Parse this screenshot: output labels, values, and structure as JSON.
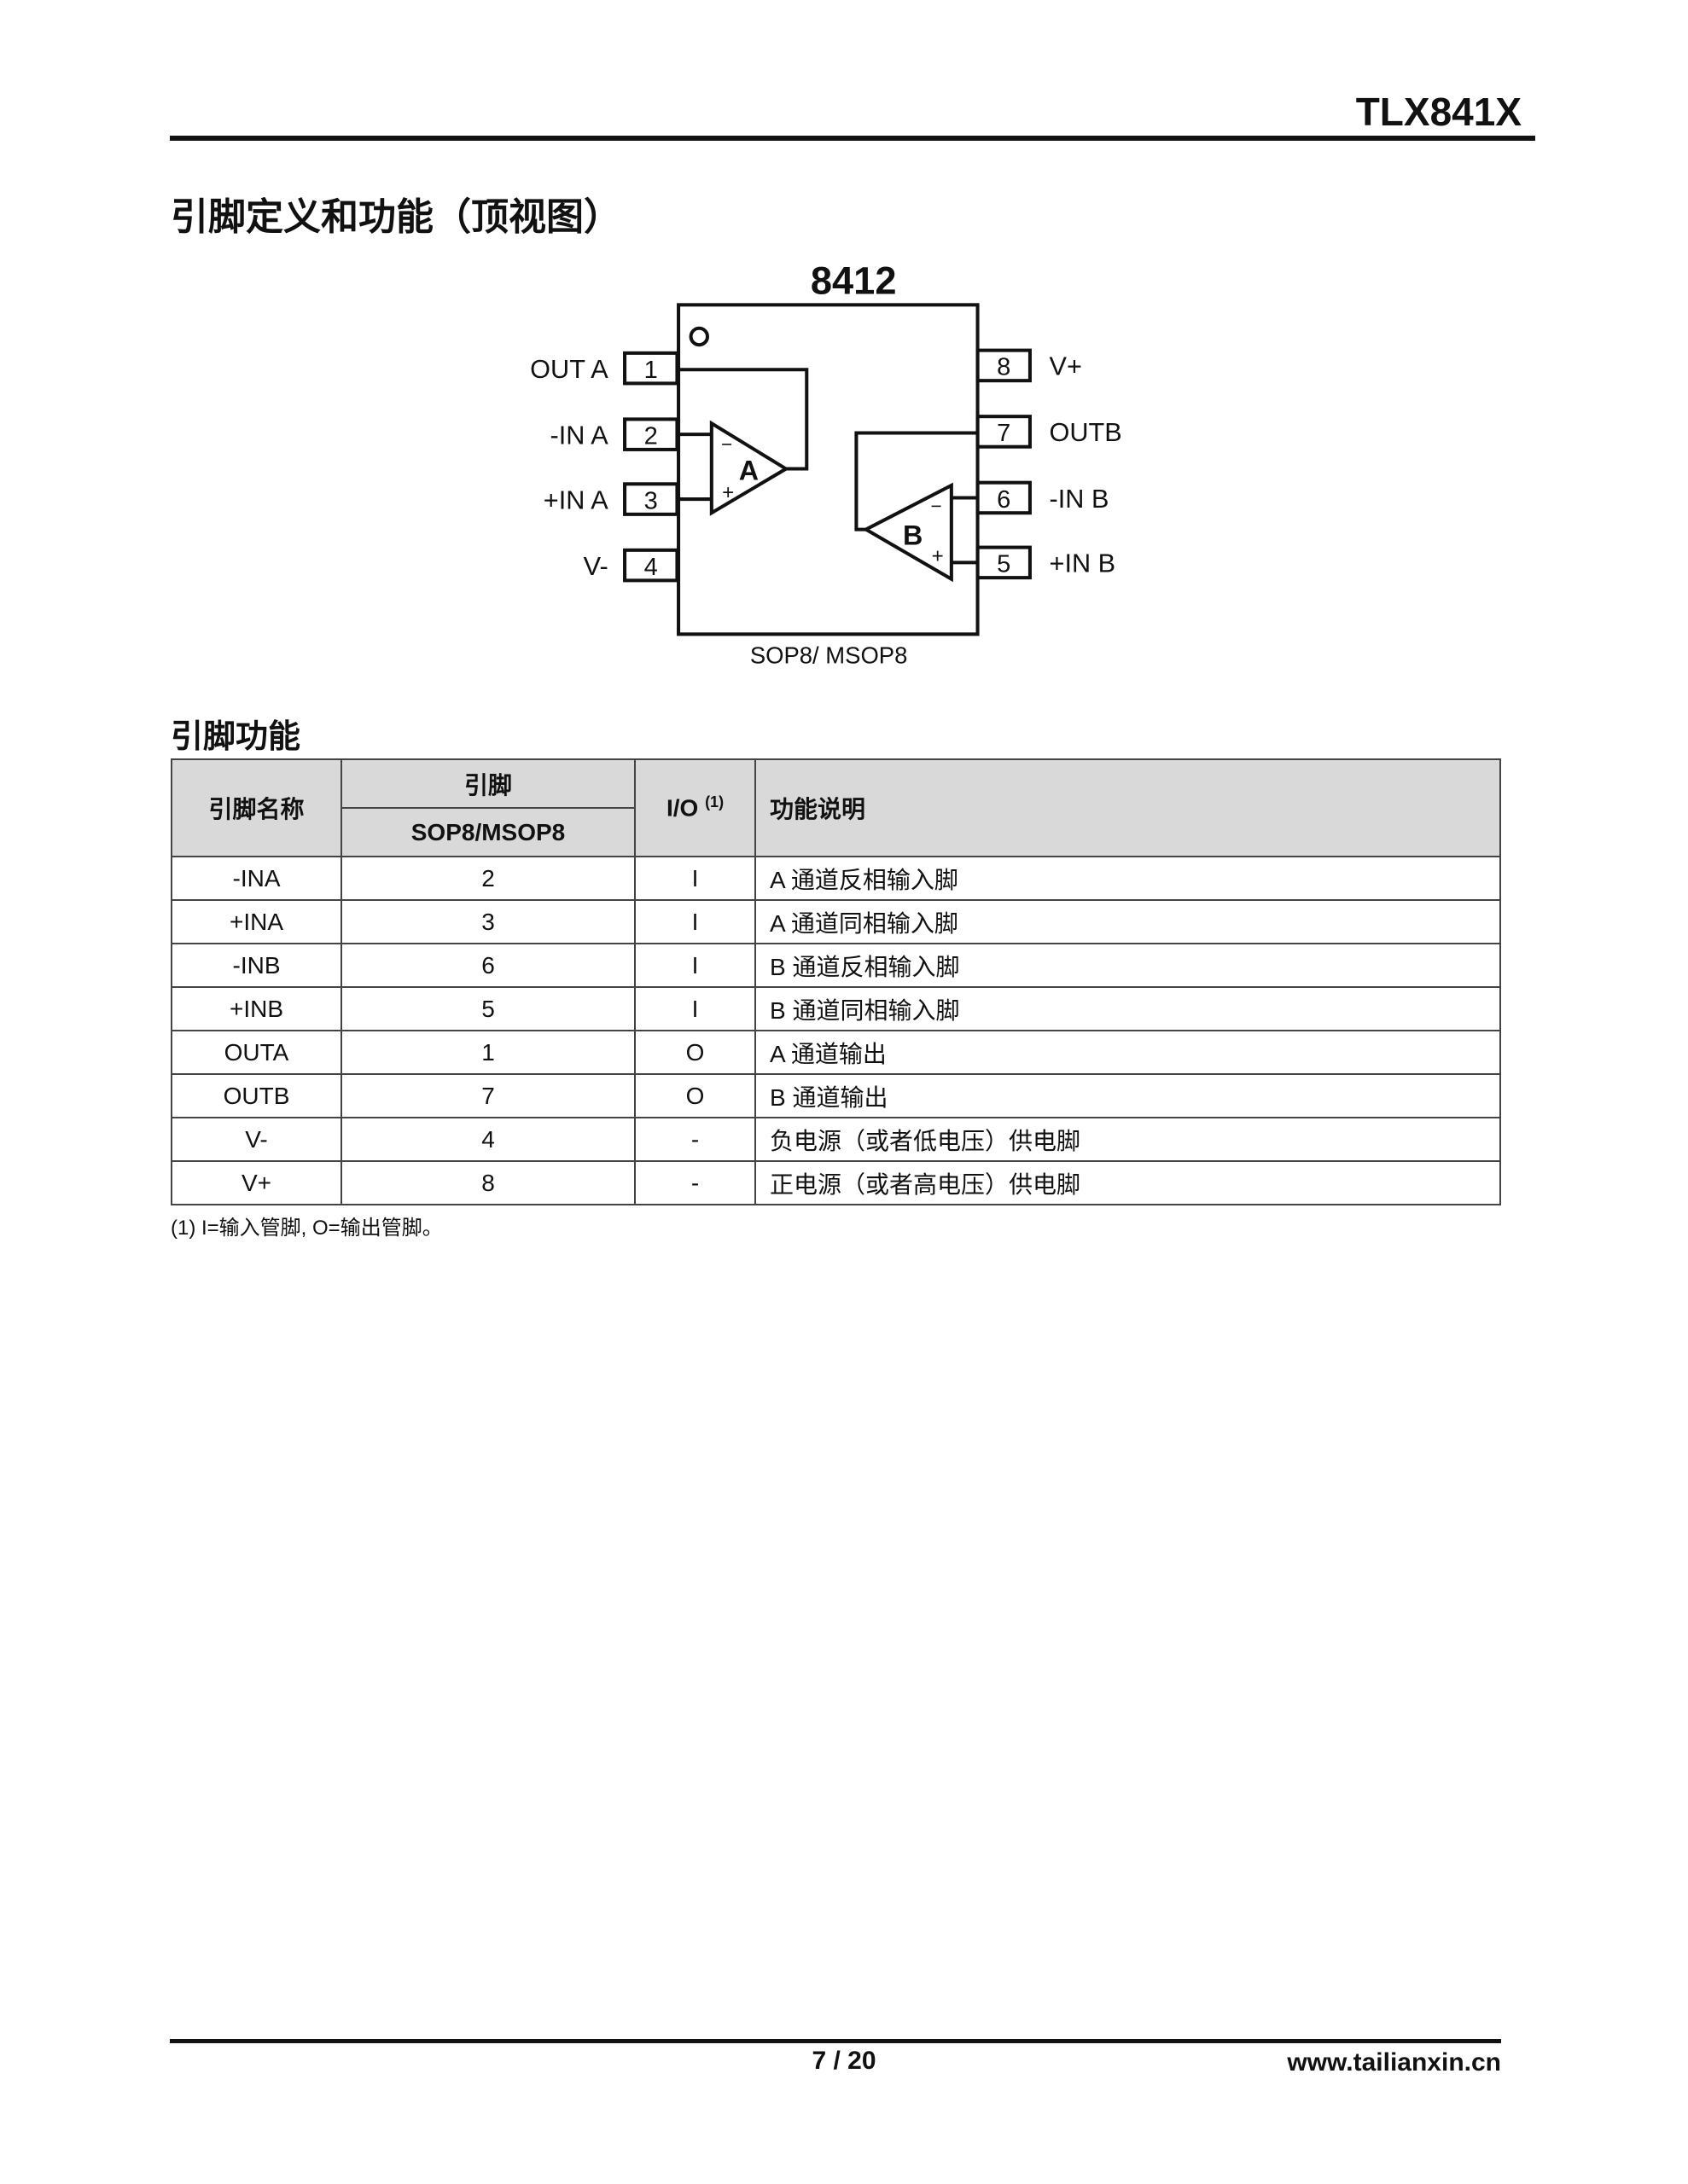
{
  "header": {
    "doc_title": "TLX841X"
  },
  "section_title": "引脚定义和功能（顶视图）",
  "diagram": {
    "part": "8412",
    "package": "SOP8/ MSOP8",
    "amp_a": "A",
    "amp_b": "B",
    "minus": "−",
    "plus": "+",
    "left_pins": [
      {
        "num": "1",
        "label": "OUT A"
      },
      {
        "num": "2",
        "label": "-IN A"
      },
      {
        "num": "3",
        "label": "+IN A"
      },
      {
        "num": "4",
        "label": "V-"
      }
    ],
    "right_pins": [
      {
        "num": "8",
        "label": "V+"
      },
      {
        "num": "7",
        "label": "OUTB"
      },
      {
        "num": "6",
        "label": "-IN B"
      },
      {
        "num": "5",
        "label": "+IN B"
      }
    ]
  },
  "subsection_title": "引脚功能",
  "table": {
    "headers": {
      "name": "引脚名称",
      "pin": "引脚",
      "package": "SOP8/MSOP8",
      "io": "I/O",
      "io_note": "(1)",
      "desc": "功能说明"
    },
    "rows": [
      {
        "name": "-INA",
        "pin": "2",
        "io": "I",
        "desc": "A 通道反相输入脚"
      },
      {
        "name": "+INA",
        "pin": "3",
        "io": "I",
        "desc": "A 通道同相输入脚"
      },
      {
        "name": "-INB",
        "pin": "6",
        "io": "I",
        "desc": "B 通道反相输入脚"
      },
      {
        "name": "+INB",
        "pin": "5",
        "io": "I",
        "desc": "B 通道同相输入脚"
      },
      {
        "name": "OUTA",
        "pin": "1",
        "io": "O",
        "desc": "A 通道输出"
      },
      {
        "name": "OUTB",
        "pin": "7",
        "io": "O",
        "desc": "B 通道输出"
      },
      {
        "name": "V-",
        "pin": "4",
        "io": "-",
        "desc": "负电源（或者低电压）供电脚"
      },
      {
        "name": "V+",
        "pin": "8",
        "io": "-",
        "desc": "正电源（或者高电压）供电脚"
      }
    ],
    "footnote": "(1)   I=输入管脚, O=输出管脚。"
  },
  "footer": {
    "page": "7 / 20",
    "website": "www.tailianxin.cn"
  }
}
